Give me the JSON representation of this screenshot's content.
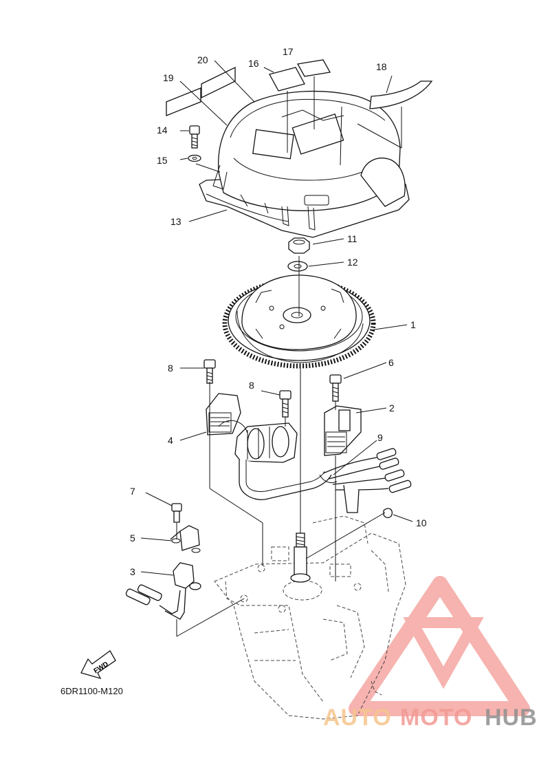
{
  "diagram": {
    "drawing_code": "6DR1100-M120",
    "fwd_label": "FWD",
    "callouts": [
      "1",
      "2",
      "3",
      "4",
      "5",
      "6",
      "7",
      "8",
      "8",
      "9",
      "10",
      "11",
      "12",
      "13",
      "14",
      "15",
      "16",
      "17",
      "18",
      "19",
      "20"
    ]
  },
  "watermark": {
    "brand_part1": "AUTO",
    "brand_part2": "MOTO",
    "brand_part3": "HUB",
    "color_primary": "#f39a95",
    "color_accent": "#f6c58d",
    "color_dark": "#8f8f8f"
  }
}
